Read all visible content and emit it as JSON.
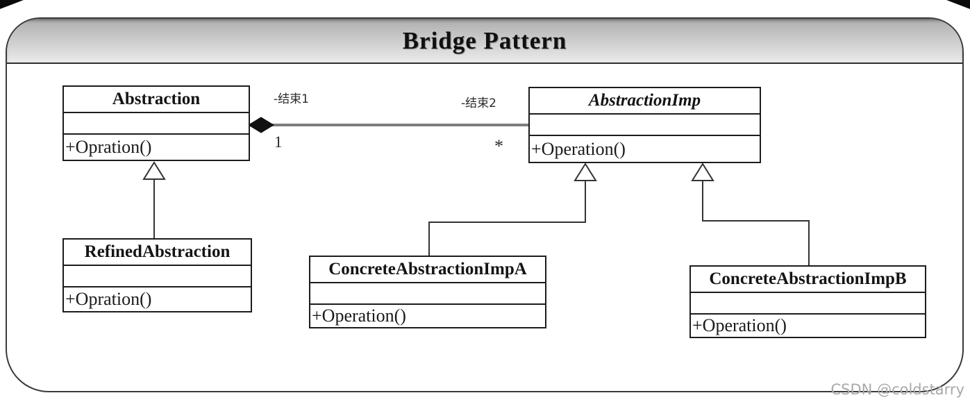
{
  "header": {
    "title": "Bridge Pattern"
  },
  "diagram": {
    "classes": {
      "abstraction": {
        "name": "Abstraction",
        "method": "+Opration()"
      },
      "abstractionImp": {
        "name": "AbstractionImp",
        "method": "+Operation()"
      },
      "refinedAbstraction": {
        "name": "RefinedAbstraction",
        "method": "+Opration()"
      },
      "concreteAbstractionImpA": {
        "name": "ConcreteAbstractionImpA",
        "method": "+Operation()"
      },
      "concreteAbstractionImpB": {
        "name": "ConcreteAbstractionImpB",
        "method": "+Operation()"
      }
    },
    "association": {
      "end1_label": "-结束1",
      "end1_multiplicity": "1",
      "end2_label": "-结束2",
      "end2_multiplicity": "*"
    }
  },
  "watermark": "CSDN @coldstarry",
  "colors": {
    "association_line": "#7d7d7d",
    "box_border": "#1c1c1c",
    "frame_border": "#3a3a3a",
    "header_gradient_top": "#aeaeae",
    "header_gradient_bottom": "#ebebeb",
    "watermark_text": "#a9a9a9"
  }
}
